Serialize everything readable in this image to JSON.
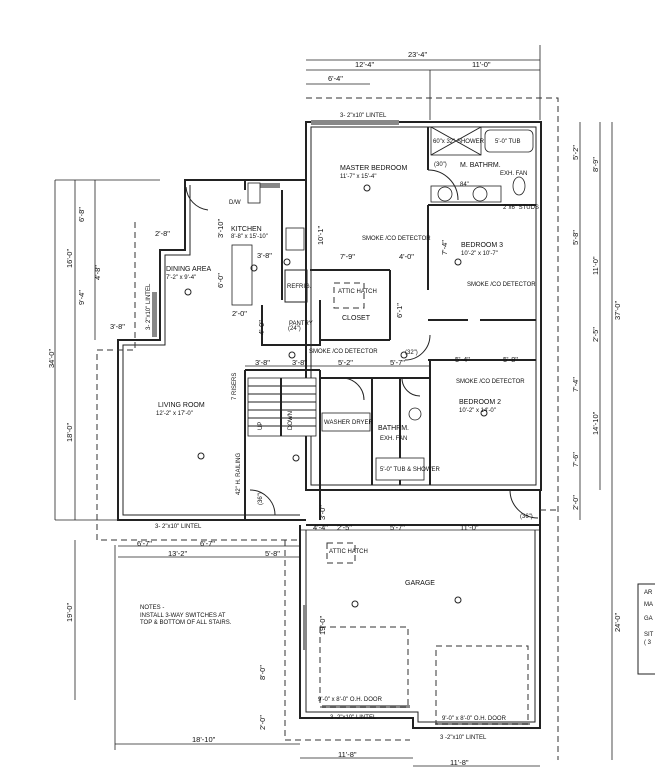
{
  "rooms": {
    "master": {
      "name": "MASTER BEDROOM",
      "size": "11'-7\" x 15'-4\""
    },
    "mbath": {
      "name": "M. BATHRM."
    },
    "bed3": {
      "name": "BEDROOM 3",
      "size": "10'-2\" x 10'-7\""
    },
    "bed2": {
      "name": "BEDROOM 2",
      "size": "10'-2\" x 14'-0\""
    },
    "bath": {
      "name": "BATHRM."
    },
    "kitchen": {
      "name": "KITCHEN",
      "size": "8'-8\" x 15'-10\""
    },
    "dining": {
      "name": "DINING AREA",
      "size": "7'-2\" x 9'-4\""
    },
    "living": {
      "name": "LIVING ROOM",
      "size": "12'-2\" x 17'-0\""
    },
    "garage": {
      "name": "GARAGE"
    },
    "closet": {
      "name": "CLOSET"
    },
    "pantry": {
      "name": "PANTRY"
    }
  },
  "fixtures": {
    "shower": "60\"x 32\" SHOWER",
    "tub": "5'-0\" TUB",
    "tub_shower": "5'-0\" TUB & SHOWER",
    "vanity": "84\"",
    "dw": "D/W",
    "refrig": "REFRIG.",
    "washer": "WASHER",
    "dryer": "DRYER",
    "attic1": "ATTIC HATCH",
    "attic2": "ATTIC HATCH",
    "exh1": "EXH. FAN",
    "exh2": "EXH. FAN",
    "smoke": "SMOKE /CO DETECTOR",
    "railing": "42\" H. RAILING",
    "risers": "7 RISERS",
    "up": "UP",
    "down": "DOWN",
    "studs": "2\"x6\" STUDS"
  },
  "lintels": {
    "top": "3- 2\"x10\" LINTEL",
    "dining": "3- 2\"x10\" LINTEL",
    "living": "3- 2\"x10\" LINTEL",
    "gar1": "3 -2\"x10\" LINTEL",
    "gar2": "3 -2\"x10\" LINTEL"
  },
  "doors": {
    "oh1": "9'-0\" x 8'-0\" O.H. DOOR",
    "oh2": "9'-0\" x 8'-0\" O.H. DOOR",
    "d30": "(30\")",
    "d36a": "(36\")",
    "d36b": "(36\")",
    "d32": "(32\")",
    "d24": "(24\")"
  },
  "notes": {
    "title": "NOTES -",
    "line1": "INSTALL 3-WAY SWITCHES AT",
    "line2": "TOP & BOTTOM OF ALL STAIRS."
  },
  "dims": {
    "top_total": "23'-4\"",
    "top_left": "12'-4\"",
    "top_right": "11'-0\"",
    "top_sub": "6'-4\"",
    "r1": "5'-2\"",
    "r2": "8'-9\"",
    "r3": "5'-8\"",
    "r4": "11'-0\"",
    "r5": "37'-0\"",
    "r6": "2'-5\"",
    "r7": "7'-4\"",
    "r8": "14'-10\"",
    "r9": "7'-6\"",
    "r10": "2'-0\"",
    "r11": "24'-0\"",
    "l1": "34'-0\"",
    "l2": "16'-0\"",
    "l3": "6'-8\"",
    "l4": "9'-4\"",
    "l5": "4'-8\"",
    "l6": "18'-0\"",
    "l7": "19'-0\"",
    "k1": "2'-8\"",
    "k2": "3'-8\"",
    "k3": "3'-10\"",
    "k4": "3'-8\"",
    "k5": "6'-0\"",
    "k6": "2'-0\"",
    "k7": "4'-0\"",
    "k8": "10'-1\"",
    "k9": "7'-9\"",
    "k10": "4'-0\"",
    "k11": "6'-1\"",
    "k12": "7'-4\"",
    "m1": "3'-8\"",
    "m2": "3'-8\"",
    "m3": "5'-2\"",
    "m4": "5'-7\"",
    "m5": "5'-4\"",
    "m6": "5'-8\"",
    "g1": "4'-4\"",
    "g2": "2'-5\"",
    "g3": "5'-7\"",
    "g4": "11'-0\"",
    "g5": "6'-7\"",
    "g6": "6'-7\"",
    "g7": "13'-2\"",
    "g8": "5'-8\"",
    "g9": "19'-0\"",
    "g10": "8'-0\"",
    "g11": "2'-0\"",
    "g12": "18'-10\"",
    "g13": "11'-8\"",
    "g14": "11'-8\"",
    "g15": "3'-0\""
  },
  "legend": {
    "a": "AR",
    "b": "MA",
    "c": "GA",
    "d": "SIT",
    "e": "( 3"
  }
}
